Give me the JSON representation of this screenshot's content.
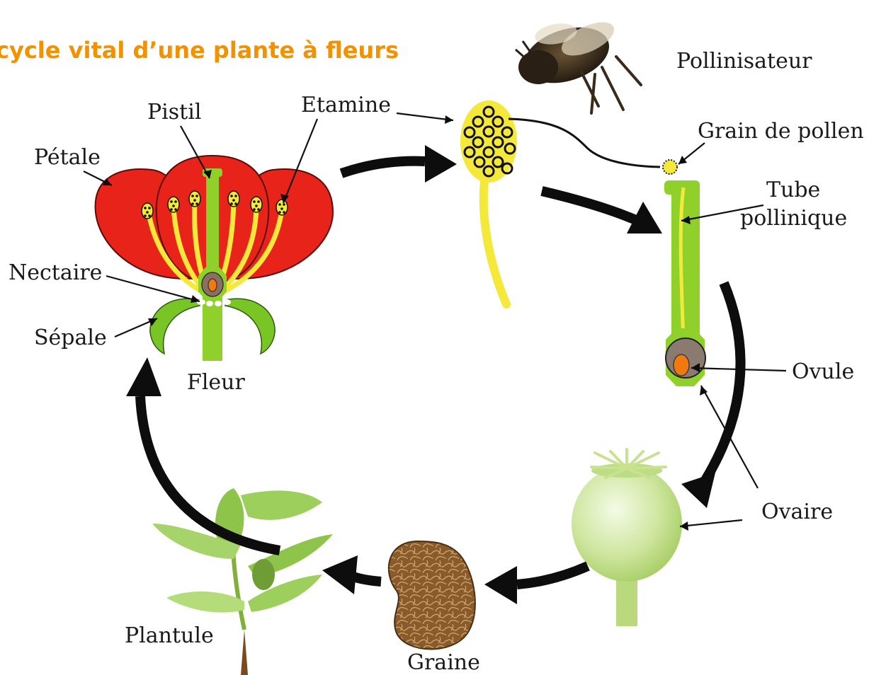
{
  "colors": {
    "title": "#f39200",
    "petal": "#e8231a",
    "pistil": "#8fd12a",
    "stamen": "#f4e93a",
    "arrow": "#0d0d0d",
    "ovule": "#f07a10",
    "seed": "#8a5a2b"
  },
  "title": "cycle vital d’une plante à fleurs",
  "labels": {
    "pollinisateur": "Pollinisateur",
    "pistil": "Pistil",
    "etamine": "Etamine",
    "grain_de_pollen": "Grain de pollen",
    "petale": "Pétale",
    "tube_line1": "Tube",
    "tube_line2": "pollinique",
    "nectaire": "Nectaire",
    "sepale": "Sépale",
    "fleur": "Fleur",
    "ovule": "Ovule",
    "ovaire": "Ovaire",
    "plantule": "Plantule",
    "graine": "Graine"
  },
  "illustrations": [
    "bee-photo",
    "flower-cross-section",
    "stamen-detail",
    "pistil-detail",
    "poppy-ovary",
    "seed",
    "seedling"
  ]
}
